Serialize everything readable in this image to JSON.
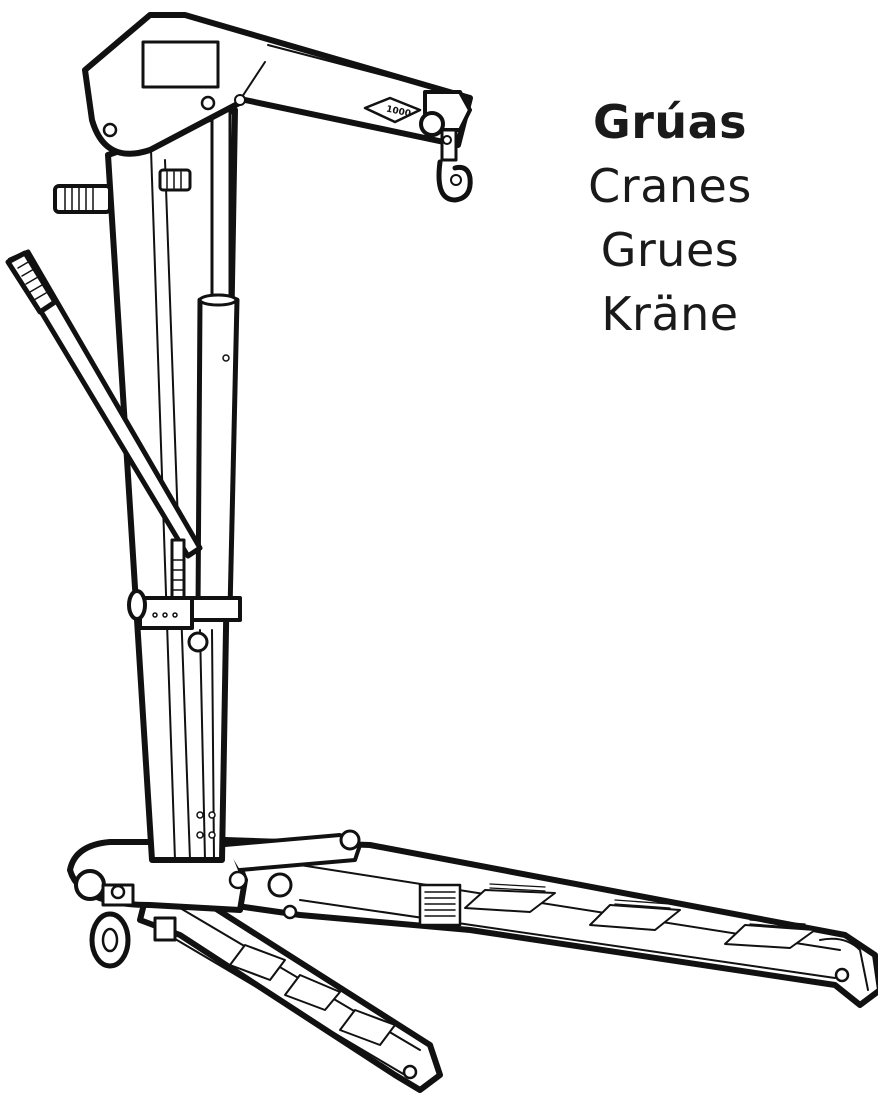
{
  "titles": {
    "es": "Grúas",
    "en": "Cranes",
    "fr": "Grues",
    "de": "Kräne"
  },
  "illustration": {
    "subject": "crane-icon",
    "boom_label": "1000"
  },
  "colors": {
    "line": "#111111",
    "fill": "#ffffff",
    "text": "#1a1a1a"
  }
}
